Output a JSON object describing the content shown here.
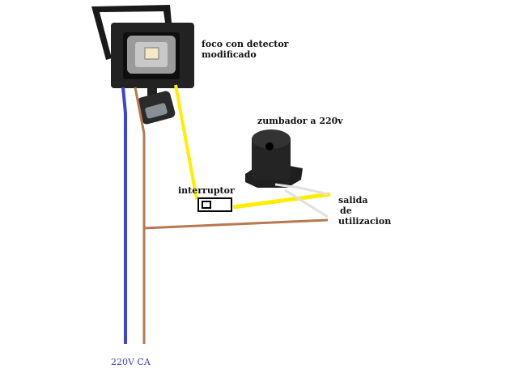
{
  "labels": {
    "floodlight_line1": "foco con detector",
    "floodlight_line2": "modificado",
    "buzzer": "zumbador a 220v",
    "switch": "interruptor",
    "output_line1": "salida",
    "output_line2": "de",
    "output_line3": "utilizacion",
    "supply": "220V CA"
  },
  "colors": {
    "neutral_wire": "#3a44d8",
    "phase_wire": "#b87850",
    "switched_wire": "#ffee00",
    "buzzer_leads": "#e6e6e6"
  }
}
